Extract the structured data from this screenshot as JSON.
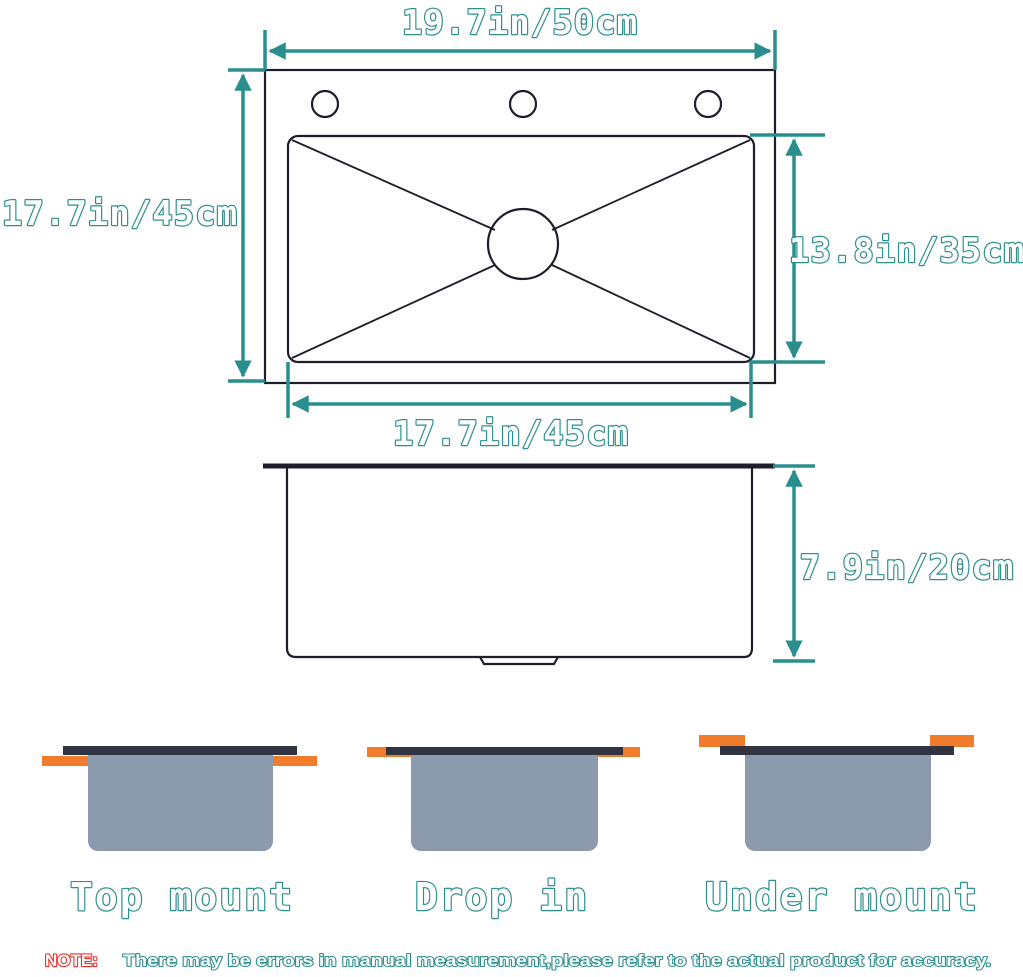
{
  "dimensions": {
    "top_width": "19.7in/50cm",
    "outer_depth": "17.7in/45cm",
    "bowl_depth": "13.8in/35cm",
    "bowl_width": "17.7in/45cm",
    "bowl_height": "7.9in/20cm"
  },
  "mounting": {
    "top_mount": "Top mount",
    "drop_in": "Drop in",
    "under_mount": "Under mount"
  },
  "note": {
    "tag": "NOTE:",
    "text": "There may be errors in manual measurement,please refer to the actual product for accuracy."
  },
  "colors": {
    "dimension_teal": "#2a8e8e",
    "countertop_orange": "#f07b2a",
    "basin_gray": "#8c9aae",
    "rim_dark": "#2f3440",
    "note_red": "#e8322a"
  }
}
